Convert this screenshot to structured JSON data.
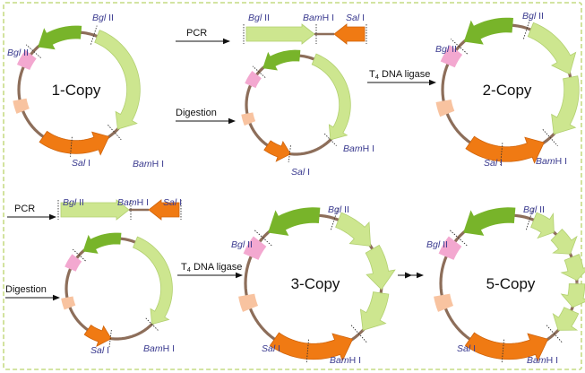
{
  "colors": {
    "light_green": "#cde68f",
    "light_green_stroke": "#b2d070",
    "dark_green": "#78b42a",
    "orange": "#f07a13",
    "orange_stroke": "#cf640c",
    "pink": "#f3a8d0",
    "peach": "#f8c3a0",
    "backbone": "#8d6e5a",
    "label": "#3a3a8f",
    "frame": "#b9d36a"
  },
  "sites": {
    "bgl": {
      "name": "Bgl",
      "suffix": " II"
    },
    "bam": {
      "name": "Bam",
      "suffix": "H I"
    },
    "sal": {
      "name": "Sal",
      "suffix": " I"
    }
  },
  "steps": {
    "pcr": "PCR",
    "digestion": "Digestion",
    "ligase_prefix": "T",
    "ligase_sub": "4",
    "ligase_suffix": " DNA ligase"
  },
  "plasmids": {
    "one": "1-Copy",
    "two": "2-Copy",
    "three": "3-Copy",
    "five": "5-Copy"
  }
}
